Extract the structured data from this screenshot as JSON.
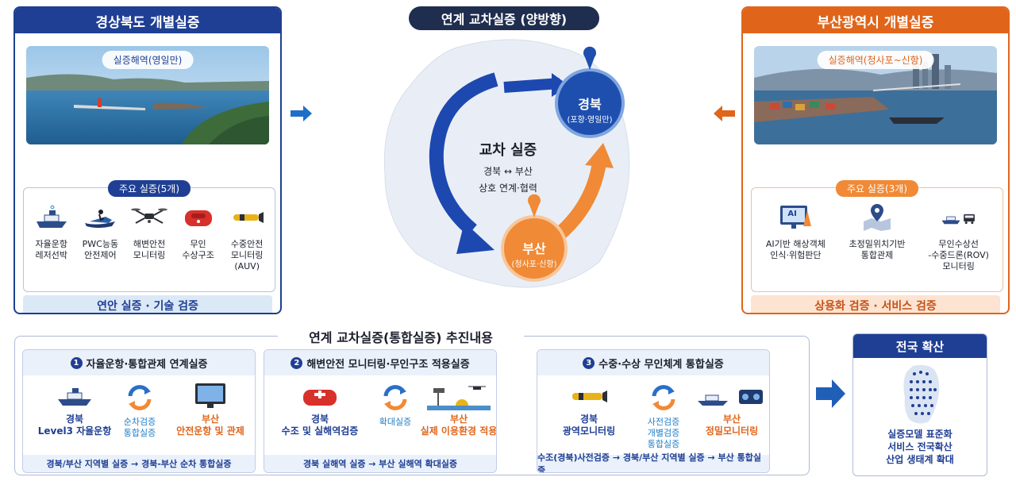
{
  "left_panel": {
    "title": "경상북도 개별실증",
    "photo_tag": "실증해역(영일만)",
    "sub_title": "주요 실증(5개)",
    "items": [
      {
        "label": "자율운항\n레저선박",
        "icon": "boat-icon"
      },
      {
        "label": "PWC능동\n안전제어",
        "icon": "jetski-icon"
      },
      {
        "label": "해변안전\n모니터링",
        "icon": "drone-icon"
      },
      {
        "label": "무인\n수상구조",
        "icon": "rescue-buoy-icon"
      },
      {
        "label": "수중안전\n모니터링\n(AUV)",
        "icon": "auv-icon"
      }
    ],
    "footer": "연안 실증 · 기술 검증"
  },
  "center": {
    "title": "연계 교차실증 (양방향)",
    "main_label": "교차 실증",
    "line1": "경북 ↔ 부산",
    "line2": "상호 연계·협력",
    "gb_gear": {
      "name": "경북",
      "sub": "(포항·영일만)"
    },
    "bs_gear": {
      "name": "부산",
      "sub": "(청사포·신항)"
    }
  },
  "right_panel": {
    "title": "부산광역시 개별실증",
    "photo_tag": "실증해역(청사포~신항)",
    "sub_title": "주요 실증(3개)",
    "items": [
      {
        "label": "AI기반 해상객체\n인식·위험판단",
        "icon": "ai-monitor-icon",
        "ai_text": "AI"
      },
      {
        "label": "초정밀위치기반\n통합관제",
        "icon": "map-pin-icon"
      },
      {
        "label": "무인수상선\n-수중드론(ROV)\n모니터링",
        "icon": "usv-rov-icon"
      }
    ],
    "footer": "상용화 검증 · 서비스 검증"
  },
  "bottom": {
    "title": "연계 교차실증(통합실증) 추진내용",
    "cards": [
      {
        "num": "1",
        "title": "자율운항·통합관제 연계실증",
        "left": "경북\nLevel3 자율운항",
        "mid": "순차검증\n통합실증",
        "right": "부산\n안전운항 및 관제",
        "footer": "경북/부산 지역별 실증 → 경북-부산 순차 통합실증"
      },
      {
        "num": "2",
        "title": "해변안전 모니터링·무인구조 적용실증",
        "left": "경북\n수조 및 실해역검증",
        "mid": "확대실증",
        "right": "부산\n실제 이용환경 적용",
        "footer": "경북 실해역 실증 → 부산 실해역 확대실증"
      },
      {
        "num": "3",
        "title": "수중·수상 무인체계 통합실증",
        "left": "경북\n광역모니터링",
        "mid": "사전검증\n개별검증\n통합실증",
        "right": "부산\n정밀모니터링",
        "footer": "수조(경북)사전검증 → 경북/부산 지역별 실증 → 부산 통합실증"
      }
    ]
  },
  "national": {
    "title": "전국 확산",
    "text": "실증모델 표준화\n서비스 전국확산\n산업 생태계 확대"
  },
  "colors": {
    "navy": "#1f3f94",
    "orange": "#e0651b",
    "light_blue": "#dbe8f6"
  }
}
